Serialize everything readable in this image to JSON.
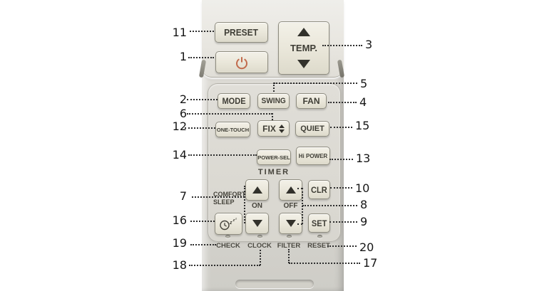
{
  "buttons": {
    "preset": "PRESET",
    "temp": "TEMP.",
    "mode": "MODE",
    "swing": "SWING",
    "fan": "FAN",
    "one_touch": "ONE-TOUCH",
    "fix": "FIX",
    "quiet": "QUIET",
    "power_sel": "POWER-SEL",
    "hi_power": "Hi POWER",
    "clr": "CLR",
    "set": "SET"
  },
  "panel_labels": {
    "timer": "TIMER",
    "on": "ON",
    "off": "OFF",
    "comfort": "COMFORT",
    "sleep": "SLEEP",
    "check": "CHECK",
    "clock": "CLOCK",
    "filter": "FILTER",
    "reset": "RESET"
  },
  "icons": {
    "power": "power-icon",
    "comfort_sleep": "sleep-clock-icon",
    "temp_up": "▲",
    "temp_down": "▼",
    "timer_on_up": "▲",
    "timer_on_down": "▼",
    "timer_off_up": "▲",
    "timer_off_down": "▼",
    "fix_arrows": "▲▼"
  },
  "callouts": {
    "c1": "1",
    "c2": "2",
    "c3": "3",
    "c4": "4",
    "c5": "5",
    "c6": "6",
    "c7": "7",
    "c8": "8",
    "c9": "9",
    "c10": "10",
    "c11": "11",
    "c12": "12",
    "c13": "13",
    "c14": "14",
    "c15": "15",
    "c16": "16",
    "c17": "17",
    "c18": "18",
    "c19": "19",
    "c20": "20"
  },
  "colors": {
    "background": "#ffffff",
    "remote_body": "#d9d7d1",
    "button_face": "#edebdf",
    "button_border": "#8f8d80",
    "button_text": "#3e3d35",
    "power_icon": "#c16a4b",
    "callout_line": "#2e2e2e"
  }
}
